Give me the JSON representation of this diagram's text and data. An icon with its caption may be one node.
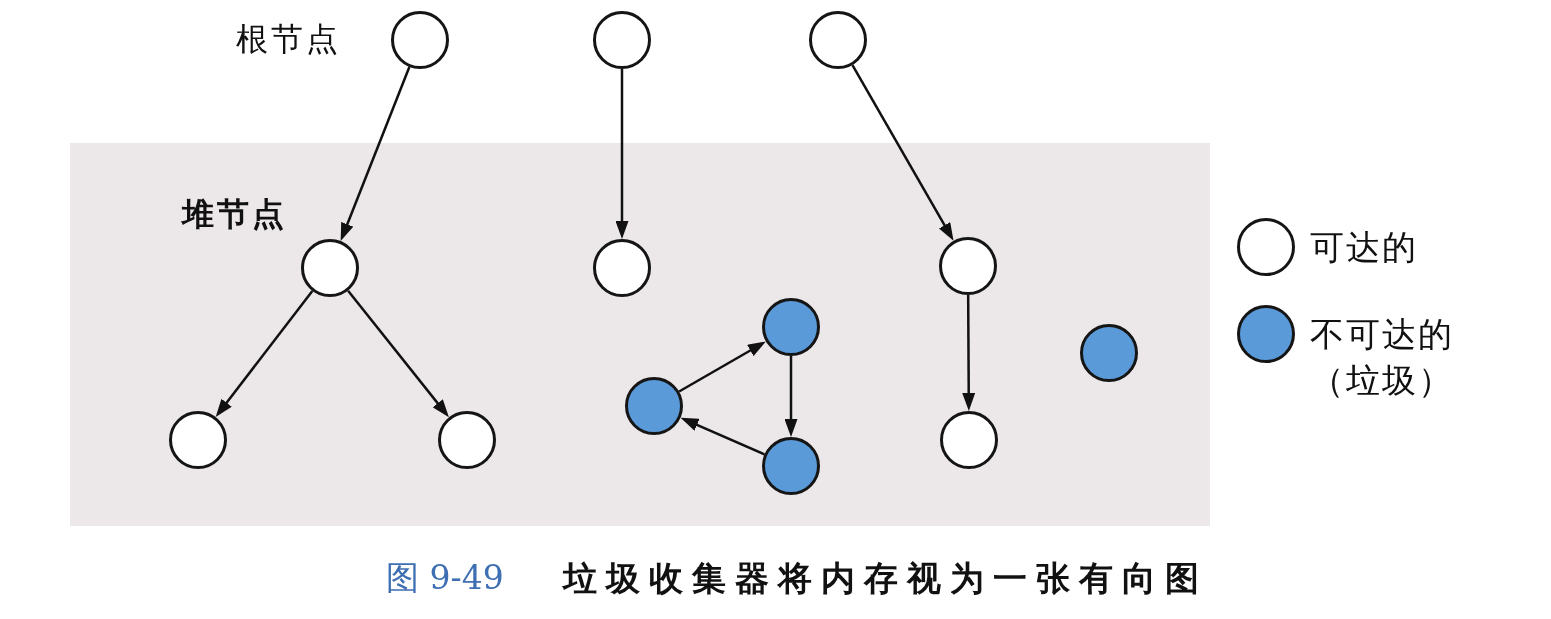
{
  "diagram": {
    "caption": "垃圾收集器将内存视为一张有向图",
    "nodes": [
      {
        "text": [],
        "shape": "circle"
      },
      {
        "text": [],
        "shape": "circle"
      },
      {
        "text": [],
        "shape": "circle"
      },
      {
        "text": [],
        "shape": "box"
      },
      {
        "text": [],
        "shape": "circle",
        "in": 3
      },
      {
        "text": [],
        "shape": "circle",
        "in": 3
      },
      {
        "text": [],
        "shape": "circle",
        "in": 3
      },
      {
        "text": [],
        "shape": "circle",
        "in": 3
      },
      {
        "text": [],
        "shape": "circle",
        "in": 3
      },
      {
        "text": [],
        "shape": "circle",
        "in": 3
      },
      {
        "text": [],
        "shape": "circle",
        "in": 3
      },
      {
        "text": [],
        "shape": "circle",
        "in": 3
      },
      {
        "text": [],
        "shape": "circle",
        "in": 3
      },
      {
        "text": [],
        "shape": "circle",
        "in": 3
      }
    ],
    "edges": [
      {
        "from": 0,
        "to": 4,
        "arrow": "to"
      },
      {
        "from": 1,
        "to": 5,
        "arrow": "to"
      },
      {
        "from": 2,
        "to": 6,
        "arrow": "to"
      },
      {
        "from": 4,
        "to": 10,
        "arrow": "to"
      },
      {
        "from": 4,
        "to": 11,
        "arrow": "to"
      },
      {
        "from": 6,
        "to": 13,
        "arrow": "to"
      },
      {
        "from": 9,
        "to": 7,
        "arrow": "to"
      },
      {
        "from": 7,
        "to": 12,
        "arrow": "to"
      },
      {
        "from": 12,
        "to": 9,
        "arrow": "to"
      }
    ],
    "labels": [
      "根节点",
      "堆节点",
      "图 9-49"
    ],
    "legend": [
      {
        "text": "可达的",
        "color": "#ffffff"
      },
      {
        "text": "不可达的（垃圾）",
        "color": "#5b9ad8"
      }
    ]
  }
}
